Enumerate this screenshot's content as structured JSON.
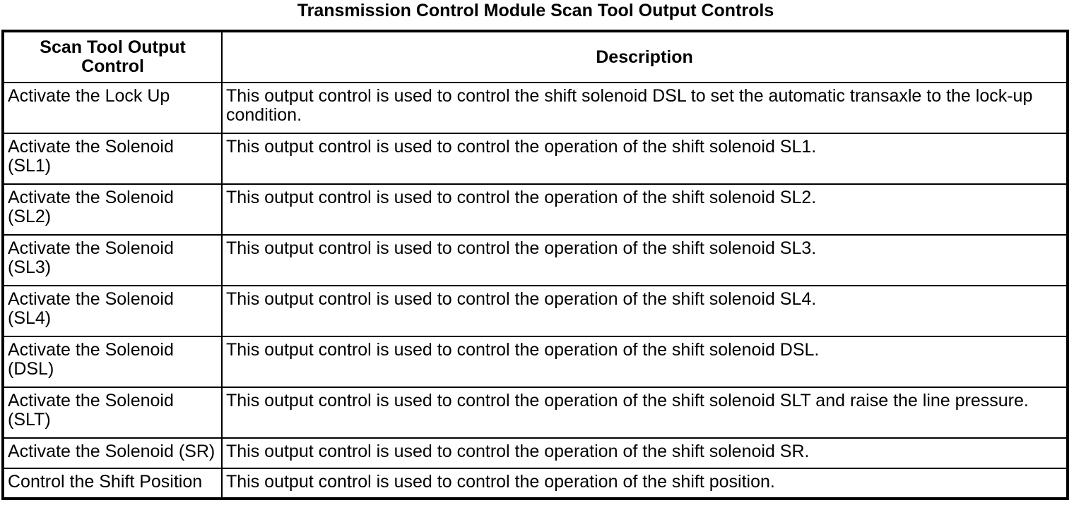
{
  "page_title": "Transmission Control Module Scan Tool Output Controls",
  "table": {
    "columns": [
      "Scan Tool Output Control",
      "Description"
    ],
    "rows": [
      {
        "control": "Activate the Lock Up",
        "description": "This output control is used to control the shift solenoid DSL to set the automatic transaxle to the lock-up condition."
      },
      {
        "control": "Activate the Solenoid (SL1)",
        "description": "This output control is used to control the operation of the shift solenoid SL1."
      },
      {
        "control": "Activate the Solenoid (SL2)",
        "description": "This output control is used to control the operation of the shift solenoid SL2."
      },
      {
        "control": "Activate the Solenoid (SL3)",
        "description": "This output control is used to control the operation of the shift solenoid SL3."
      },
      {
        "control": "Activate the Solenoid (SL4)",
        "description": "This output control is used to control the operation of the shift solenoid SL4."
      },
      {
        "control": "Activate the Solenoid (DSL)",
        "description": "This output control is used to control the operation of the shift solenoid DSL."
      },
      {
        "control": "Activate the Solenoid (SLT)",
        "description": "This output control is used to control the operation of the shift solenoid SLT and raise the line pressure."
      },
      {
        "control": "Activate the Solenoid (SR)",
        "description": "This output control is used to control the operation of the shift solenoid SR."
      },
      {
        "control": "Control the Shift Position",
        "description": "This output control is used to control the operation of the shift position."
      }
    ]
  },
  "colors": {
    "text": "#000000",
    "background": "#ffffff",
    "border": "#000000"
  }
}
